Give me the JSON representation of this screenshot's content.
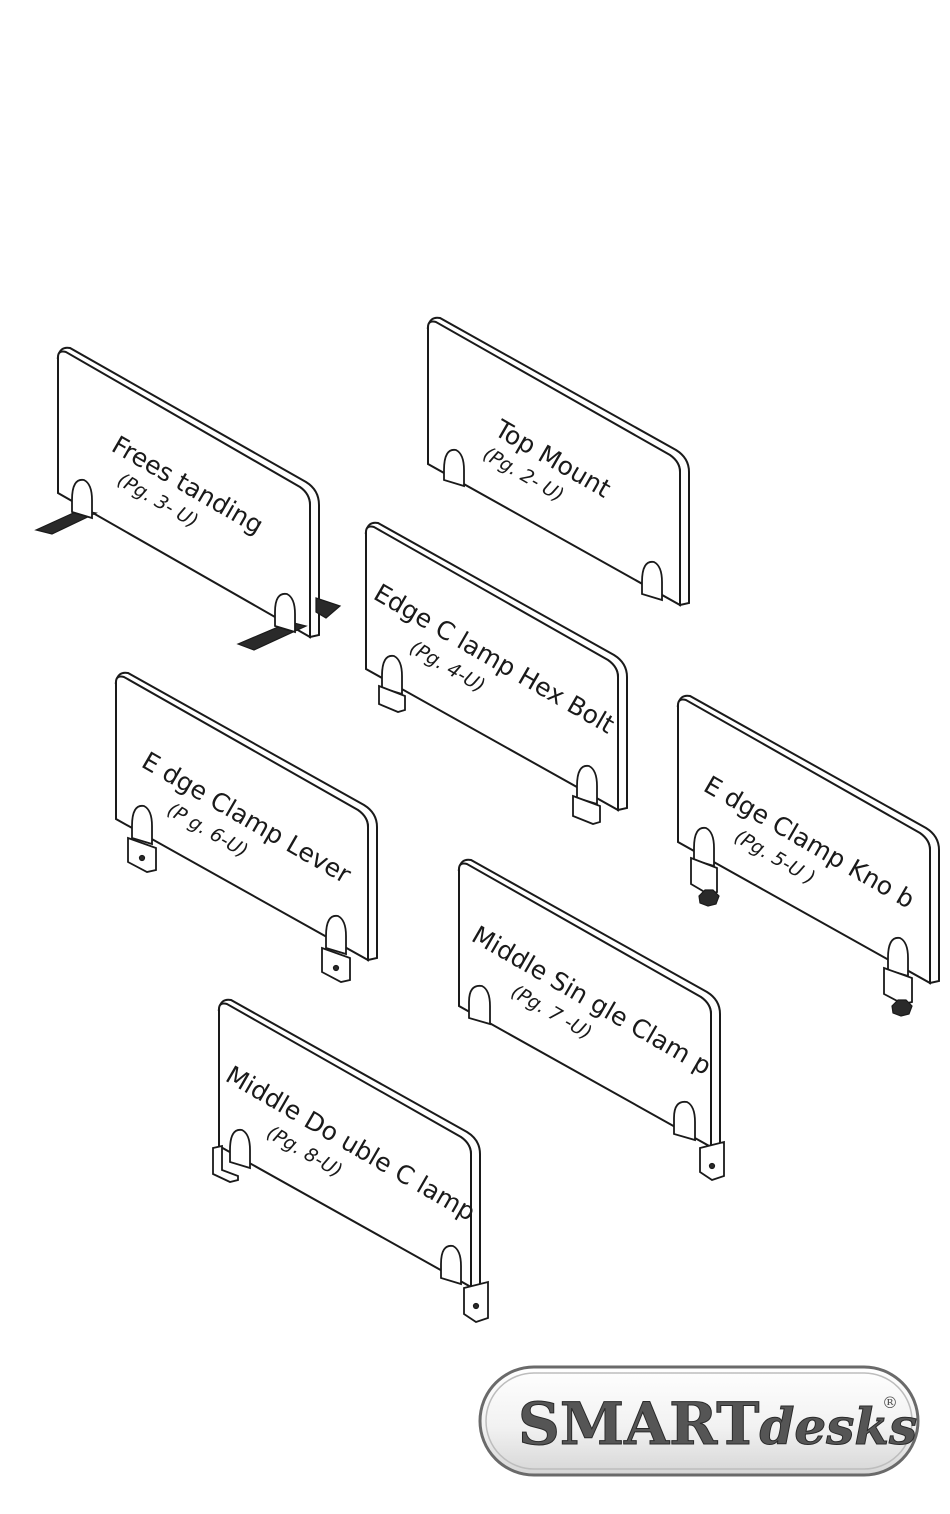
{
  "panels": [
    {
      "id": "freestanding",
      "label": "Frees tanding",
      "page": "(Pg. 3- U)"
    },
    {
      "id": "top-mount",
      "label": "Top Mount",
      "page": "(Pg. 2- U)"
    },
    {
      "id": "edge-clamp-hex-bolt",
      "label": "Edge  C lamp Hex  Bolt",
      "page": "(Pg. 4-U)"
    },
    {
      "id": "edge-clamp-lever",
      "label": "E dge Clamp Lever",
      "page": "(P g. 6-U)"
    },
    {
      "id": "edge-clamp-knob",
      "label": "E dge Clamp Kno  b",
      "page": "(Pg.  5-U )"
    },
    {
      "id": "middle-single-clamp",
      "label": "Middle Sin gle Clam p",
      "page": "(Pg. 7 -U)"
    },
    {
      "id": "middle-double-clamp",
      "label": "Middle Do uble C lamp",
      "page": "(Pg.  8-U)"
    }
  ],
  "logo": {
    "brand_bold": "SMART",
    "brand_italic": "desks",
    "registered": "®"
  },
  "colors": {
    "line": "#1a1a1a",
    "logo_fill": "#555555",
    "logo_border": "#6a6a6a"
  }
}
